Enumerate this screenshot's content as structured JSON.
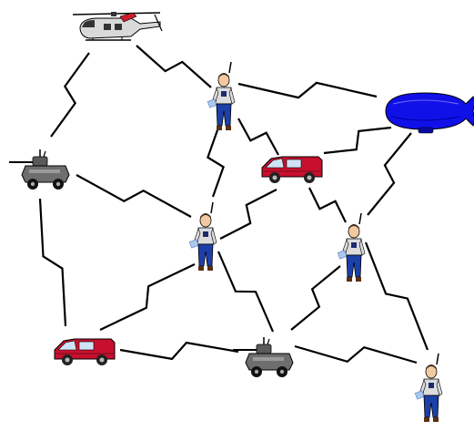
{
  "diagram": {
    "nodes": [
      {
        "id": "helicopter",
        "kind": "helicopter-icon",
        "colors": {
          "body": "#d9d9d9",
          "accent": "#d01c2a"
        }
      },
      {
        "id": "soldier-top",
        "kind": "soldier-icon"
      },
      {
        "id": "blimp",
        "kind": "blimp-icon",
        "colors": {
          "body": "#1010e8"
        }
      },
      {
        "id": "tank-left",
        "kind": "armored-vehicle-icon"
      },
      {
        "id": "van-center",
        "kind": "van-icon",
        "colors": {
          "body": "#c8102e"
        }
      },
      {
        "id": "soldier-center",
        "kind": "soldier-icon"
      },
      {
        "id": "soldier-right",
        "kind": "soldier-icon"
      },
      {
        "id": "van-bottom",
        "kind": "van-icon",
        "colors": {
          "body": "#c8102e"
        }
      },
      {
        "id": "tank-bottom",
        "kind": "armored-vehicle-icon"
      },
      {
        "id": "soldier-bottom-right",
        "kind": "soldier-icon"
      }
    ],
    "links": [
      [
        "helicopter",
        "soldier-top"
      ],
      [
        "helicopter",
        "tank-left"
      ],
      [
        "soldier-top",
        "blimp"
      ],
      [
        "soldier-top",
        "van-center"
      ],
      [
        "soldier-top",
        "soldier-center"
      ],
      [
        "blimp",
        "van-center"
      ],
      [
        "blimp",
        "soldier-right"
      ],
      [
        "tank-left",
        "soldier-center"
      ],
      [
        "tank-left",
        "van-bottom"
      ],
      [
        "van-center",
        "soldier-center"
      ],
      [
        "van-center",
        "soldier-right"
      ],
      [
        "soldier-center",
        "van-bottom"
      ],
      [
        "soldier-center",
        "tank-bottom"
      ],
      [
        "soldier-right",
        "tank-bottom"
      ],
      [
        "soldier-right",
        "soldier-bottom-right"
      ],
      [
        "van-bottom",
        "tank-bottom"
      ],
      [
        "tank-bottom",
        "soldier-bottom-right"
      ]
    ]
  }
}
